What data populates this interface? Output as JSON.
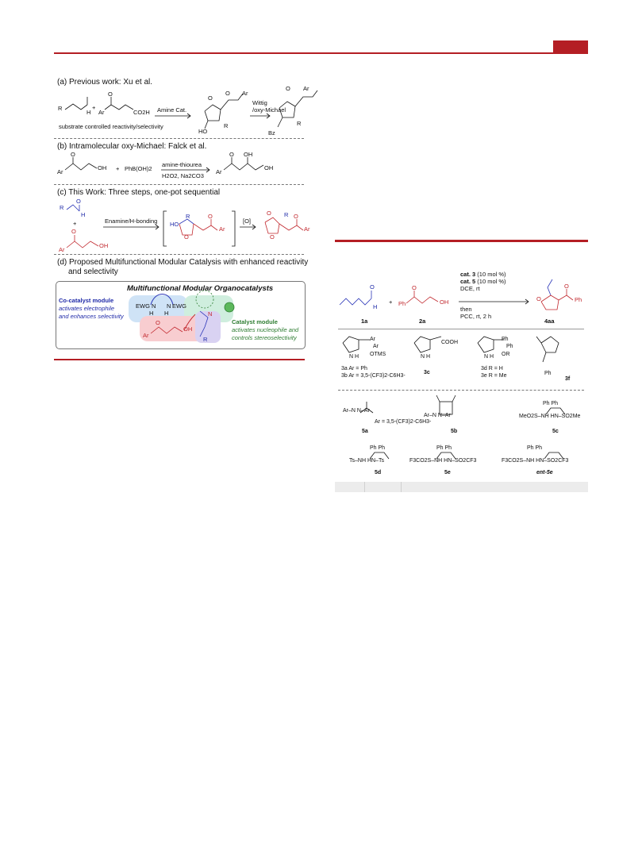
{
  "scheme": {
    "a": {
      "title": "(a) Previous work: Xu et al.",
      "reagent1": "Amine Cat.",
      "reagent2_line1": "Wittig",
      "reagent2_line2": "/oxy-Michael",
      "note": "substrate controlled reactivity/selectivity",
      "labels": {
        "r": "R",
        "h": "H",
        "ar": "Ar",
        "co2h": "CO2H",
        "plus": "+",
        "ho": "HO",
        "o": "O",
        "bz": "Bz"
      }
    },
    "b": {
      "title": "(b) Intramolecular oxy-Michael: Falck et al.",
      "reagent_top": "amine-thiourea",
      "reagent_bottom": "H2O2, Na2CO3",
      "boronic": "PhB(OH)2",
      "labels": {
        "ar": "Ar",
        "oh": "OH",
        "o": "O",
        "plus": "+"
      }
    },
    "c": {
      "title": "(c) This Work: Three steps, one-pot sequential",
      "step1": "Enamine/H-bonding",
      "step2": "[O]",
      "labels": {
        "r": "R",
        "h": "H",
        "ho": "HO",
        "ar": "Ar",
        "oh": "OH",
        "o": "O",
        "plus": "+"
      }
    },
    "d": {
      "title_line1": "(d) Proposed Multifunctional Modular Catalysis with enhanced reactivity",
      "title_line2": "and selectivity",
      "panel_title": "Multifunctional Modular Organocatalysts",
      "cocat_title": "Co-catalyst module",
      "cocat_line1": "activates electrophile",
      "cocat_line2": "and enhances selectivity",
      "cat_title": "Catalyst module",
      "cat_line1": "activates nucleophile and",
      "cat_line2": "controls stereoselectivity",
      "labels": {
        "ewg": "EWG",
        "n": "N",
        "h": "H",
        "ar": "Ar",
        "o": "O",
        "oh": "OH",
        "r": "R"
      }
    }
  },
  "table_scheme": {
    "conditions": {
      "line1_bold": "cat. 3",
      "line1_rest": " (10 mol %)",
      "line2_bold": "cat. 5",
      "line2_rest": " (10 mol %)",
      "line3": "DCE, rt",
      "line4": "then",
      "line5": "PCC, rt, 2 h"
    },
    "compounds": {
      "c1a": "1a",
      "c2a": "2a",
      "c4aa": "4aa",
      "ph": "Ph",
      "oh": "OH",
      "o": "O",
      "h": "H",
      "plus": "+"
    },
    "catalysts": {
      "c3a_line": "3a  Ar = Ph",
      "c3b_line": "3b  Ar = 3,5-(CF3)2-C6H3-",
      "c3c": "3c",
      "c3d_line": "3d  R = H",
      "c3e_line": "3e  R = Me",
      "c3f": "3f",
      "otms": "OTMS",
      "cooh": "COOH",
      "or": "OR",
      "ar": "Ar",
      "ph": "Ph",
      "nh": "N H"
    },
    "cocatalysts": {
      "c5a": "5a",
      "c5b": "5b",
      "c5c": "5c",
      "c5d": "5d",
      "c5e": "5e",
      "ent5e": "ent-5e",
      "ar_def": "Ar = 3,5-(CF3)2-C6H3-",
      "s5c": "MeO2S–NH   HN–SO2Me",
      "s5d": "Ts–NH   HN–Ts",
      "s5e": "F3CO2S–NH   HN–SO2CF3",
      "s_ent": "F3CO2S–NH   HN–SO2CF3",
      "ph_pair": "Ph     Ph",
      "thiourea": "Ar–N   N–Ar",
      "squaramide": "Ar–N   N–Ar"
    }
  },
  "colors": {
    "accent": "#b41e24",
    "blue": "#1f2aa8",
    "red": "#c1272d",
    "green": "#2e7d32"
  }
}
